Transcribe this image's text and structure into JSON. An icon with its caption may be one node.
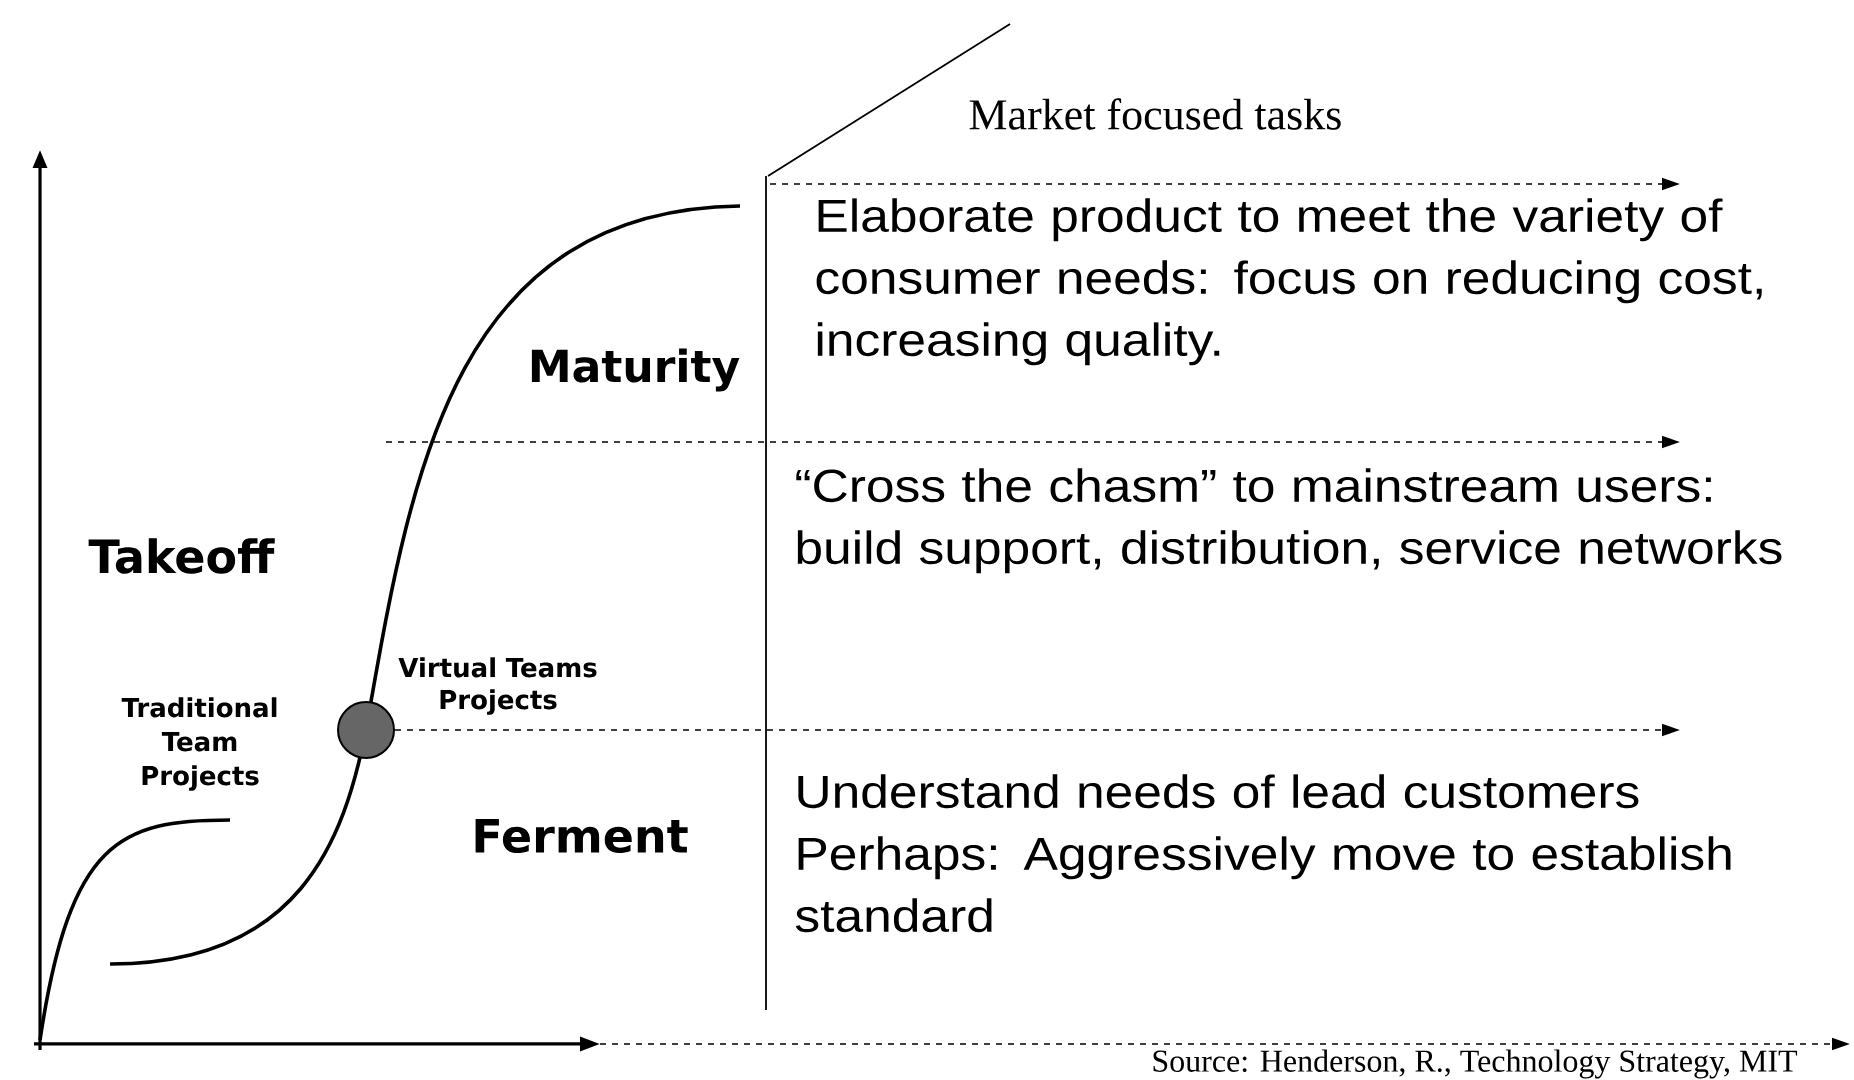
{
  "diagram": {
    "caption": "Source: Henderson, R., Technology Strategy, MIT",
    "nodes": [
      {
        "text": [],
        "shape": "circle",
        "beside": [
          "Virtual Teams Projects"
        ]
      }
    ],
    "labels": [
      "Market focused tasks",
      "Maturity",
      "Elaborate product to meet the variety of consumer needs: focus on reducing cost, increasing quality.",
      "Takeoff",
      "“Cross the chasm” to mainstream users: build support, distribution, service networks",
      "Traditional Team Projects",
      "Ferment",
      "Understand needs of lead customers Perhaps: Aggressively move to establish standard"
    ]
  }
}
